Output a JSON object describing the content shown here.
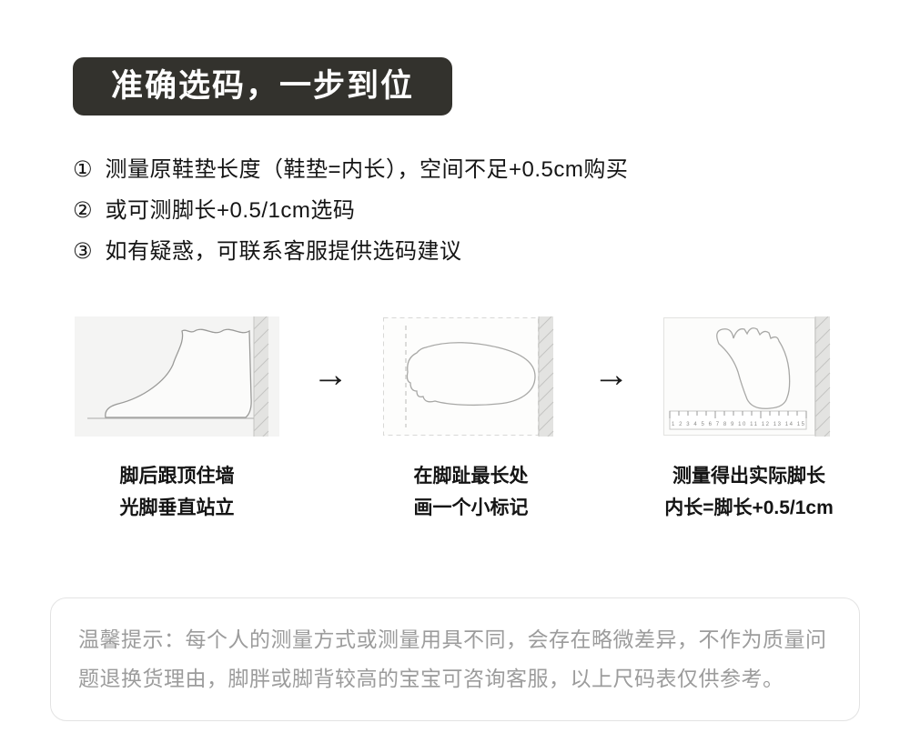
{
  "title": "准确选码，一步到位",
  "instructions": [
    {
      "num": "①",
      "text": "测量原鞋垫长度（鞋垫=内长），空间不足+0.5cm购买"
    },
    {
      "num": "②",
      "text": "或可测脚长+0.5/1cm选码"
    },
    {
      "num": "③",
      "text": "如有疑惑，可联系客服提供选码建议"
    }
  ],
  "arrow_glyph": "→",
  "steps": [
    {
      "illustration": "foot-side-against-wall",
      "caption1": "脚后跟顶住墙",
      "caption2": "光脚垂直站立"
    },
    {
      "illustration": "foot-top-outline-mark",
      "caption1": "在脚趾最长处",
      "caption2": "画一个小标记"
    },
    {
      "illustration": "foot-outline-with-ruler",
      "caption1": "测量得出实际脚长",
      "caption2": "内长=脚长+0.5/1cm",
      "ruler_numbers": "1 2 3 4 5 6 7 8 9 10 11 12 13 14 15"
    }
  ],
  "notice": "温馨提示：每个人的测量方式或测量用具不同，会存在略微差异，不作为质量问题退换货理由，脚胖或脚背较高的宝宝可咨询客服，以上尺码表仅供参考。",
  "colors": {
    "badge_bg": "#33322d",
    "text": "#151515",
    "caption_text": "#141414",
    "notice_text": "#9c9c9c",
    "notice_border": "#e3e3e3",
    "illustration_bg": "#f4f4f3",
    "wall_fill": "#e3e3e1",
    "outline_stroke": "#a8a8a6"
  }
}
